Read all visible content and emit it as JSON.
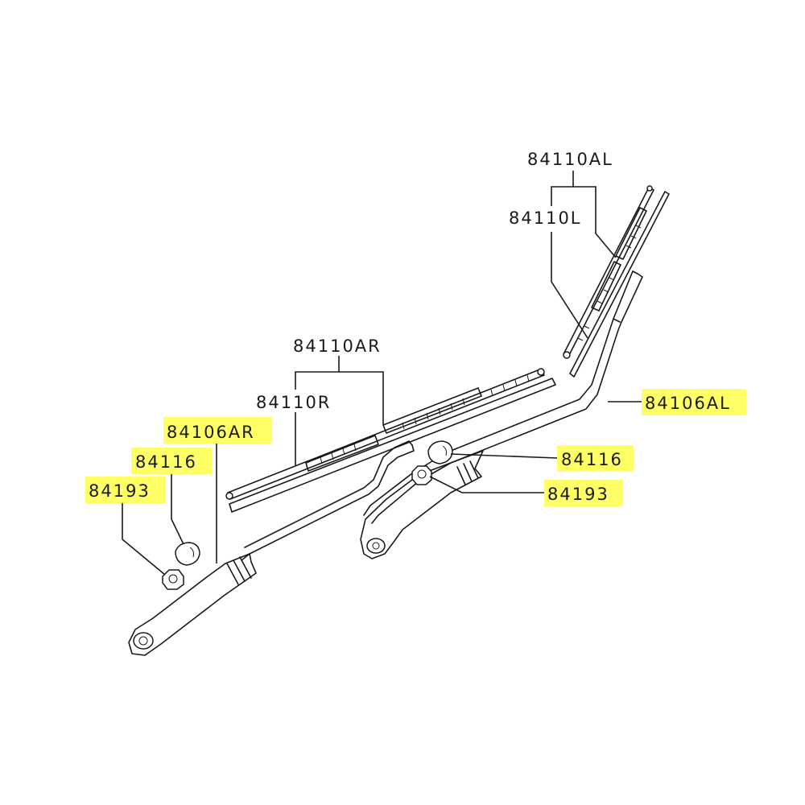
{
  "labels": {
    "blade_assembly_left": "84110AL",
    "blade_left": "84110L",
    "blade_assembly_right": "84110AR",
    "blade_right": "84110R",
    "arm_right": "84106AR",
    "cap_right": "84116",
    "nut_right": "84193",
    "arm_left": "84106AL",
    "cap_left": "84116",
    "nut_left": "84193"
  },
  "colors": {
    "highlight": "#ffff33",
    "line": "#1a1a1a",
    "background": "#ffffff"
  }
}
